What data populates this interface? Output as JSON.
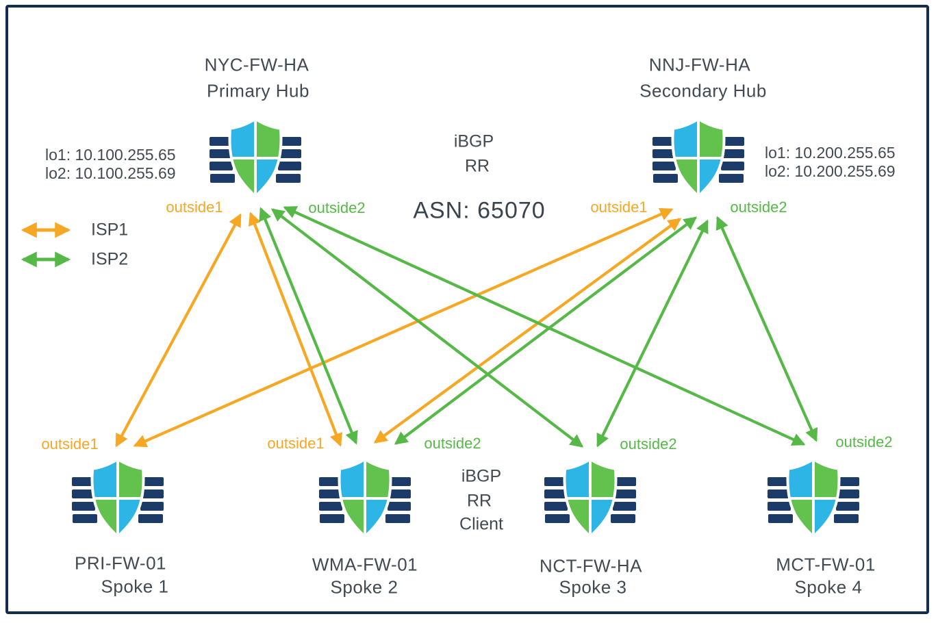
{
  "diagram_title": "Dual-hub dual-ISP firewall BGP topology",
  "colors": {
    "isp1_orange": "#F6A724",
    "isp2_green": "#56B947",
    "shield_cyan": "#2CB5E5",
    "shield_green": "#63C14E",
    "icon_navy": "#1C3B68",
    "frame_navy": "#142C4F",
    "text_dark": "#414A52"
  },
  "legend": {
    "isp1": "ISP1",
    "isp2": "ISP2"
  },
  "annotations": {
    "ibgp": "iBGP",
    "rr": "RR",
    "asn": "ASN: 65070",
    "client1": "iBGP",
    "client2": "RR",
    "client3": "Client"
  },
  "nodes": {
    "nyc_hub": {
      "title": "NYC-FW-HA",
      "subtitle": "Primary Hub",
      "loopback1": "lo1: 10.100.255.65",
      "loopback2": "lo2: 10.100.255.69",
      "outside1": "outside1",
      "outside2": "outside2"
    },
    "nnj_hub": {
      "title": "NNJ-FW-HA",
      "subtitle": "Secondary Hub",
      "loopback1": "lo1: 10.200.255.65",
      "loopback2": "lo2: 10.200.255.69",
      "outside1": "outside1",
      "outside2": "outside2"
    },
    "spoke1": {
      "title": "PRI-FW-01",
      "subtitle": "Spoke 1",
      "outside1": "outside1"
    },
    "spoke2": {
      "title": "WMA-FW-01",
      "subtitle": "Spoke 2",
      "outside1": "outside1",
      "outside2": "outside2"
    },
    "spoke3": {
      "title": "NCT-FW-HA",
      "subtitle": "Spoke 3",
      "outside2": "outside2"
    },
    "spoke4": {
      "title": "MCT-FW-01",
      "subtitle": "Spoke 4",
      "outside2": "outside2"
    }
  },
  "links": [
    {
      "from": "NYC-FW-HA",
      "from_if": "outside1",
      "to": "PRI-FW-01",
      "to_if": "outside1",
      "isp": "ISP1",
      "bidirectional": true
    },
    {
      "from": "NYC-FW-HA",
      "from_if": "outside1",
      "to": "WMA-FW-01",
      "to_if": "outside1",
      "isp": "ISP1",
      "bidirectional": true
    },
    {
      "from": "NNJ-FW-HA",
      "from_if": "outside1",
      "to": "PRI-FW-01",
      "to_if": "outside1",
      "isp": "ISP1",
      "bidirectional": true
    },
    {
      "from": "NNJ-FW-HA",
      "from_if": "outside1",
      "to": "WMA-FW-01",
      "to_if": "outside1",
      "isp": "ISP1",
      "bidirectional": true
    },
    {
      "from": "NYC-FW-HA",
      "from_if": "outside2",
      "to": "WMA-FW-01",
      "to_if": "outside2",
      "isp": "ISP2",
      "bidirectional": true
    },
    {
      "from": "NYC-FW-HA",
      "from_if": "outside2",
      "to": "NCT-FW-HA",
      "to_if": "outside2",
      "isp": "ISP2",
      "bidirectional": true
    },
    {
      "from": "NYC-FW-HA",
      "from_if": "outside2",
      "to": "MCT-FW-01",
      "to_if": "outside2",
      "isp": "ISP2",
      "bidirectional": true
    },
    {
      "from": "NNJ-FW-HA",
      "from_if": "outside2",
      "to": "WMA-FW-01",
      "to_if": "outside2",
      "isp": "ISP2",
      "bidirectional": true
    },
    {
      "from": "NNJ-FW-HA",
      "from_if": "outside2",
      "to": "NCT-FW-HA",
      "to_if": "outside2",
      "isp": "ISP2",
      "bidirectional": true
    },
    {
      "from": "NNJ-FW-HA",
      "from_if": "outside2",
      "to": "MCT-FW-01",
      "to_if": "outside2",
      "isp": "ISP2",
      "bidirectional": true
    }
  ]
}
